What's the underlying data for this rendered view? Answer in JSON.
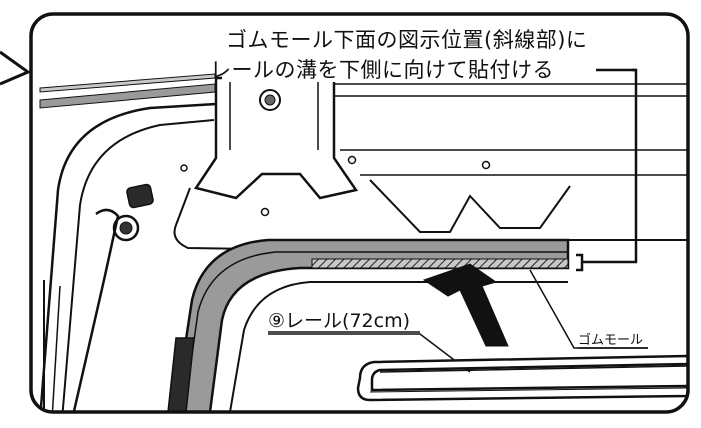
{
  "instruction": {
    "line1": "ゴムモール下面の図示位置(斜線部)に",
    "line2": "レールの溝を下側に向けて貼付ける"
  },
  "labels": {
    "rail": "⑨レール(72cm)",
    "rubber_molding": "ゴムモール"
  },
  "colors": {
    "line": "#111111",
    "fill_light": "#ffffff",
    "fill_gray": "#9a9a9a",
    "fill_dark": "#2a2a2a"
  }
}
